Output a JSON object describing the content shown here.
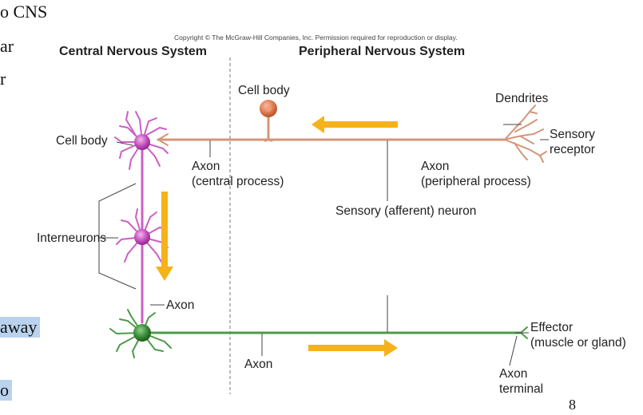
{
  "slide": {
    "fragment_cns": "o CNS",
    "fragment_ar": "ar",
    "fragment_r": "r",
    "fragment_away": "away",
    "fragment_o": "o",
    "page_number": "8"
  },
  "figure": {
    "copyright": "Copyright © The McGraw-Hill Companies, Inc. Permission required for reproduction or display.",
    "header_cns": "Central Nervous System",
    "header_pns": "Peripheral Nervous System",
    "cell_body_top": "Cell body",
    "cell_body_left": "Cell body",
    "dendrites": "Dendrites",
    "sensory_receptor_1": "Sensory",
    "sensory_receptor_2": "receptor",
    "axon_central_1": "Axon",
    "axon_central_2": "(central process)",
    "axon_peripheral_1": "Axon",
    "axon_peripheral_2": "(peripheral process)",
    "sensory_neuron": "Sensory (afferent) neuron",
    "interneurons": "Interneurons",
    "axon_motor_vertical": "Axon",
    "axon_motor_bottom": "Axon",
    "effector_1": "Effector",
    "effector_2": "(muscle or gland)",
    "axon_terminal_1": "Axon",
    "axon_terminal_2": "terminal"
  },
  "colors": {
    "sensory_neuron": "#d4967a",
    "interneuron": "#cc5fc4",
    "motor_neuron": "#4e9a4a",
    "arrow": "#f5b21b",
    "highlight": "#b9d3ee"
  }
}
